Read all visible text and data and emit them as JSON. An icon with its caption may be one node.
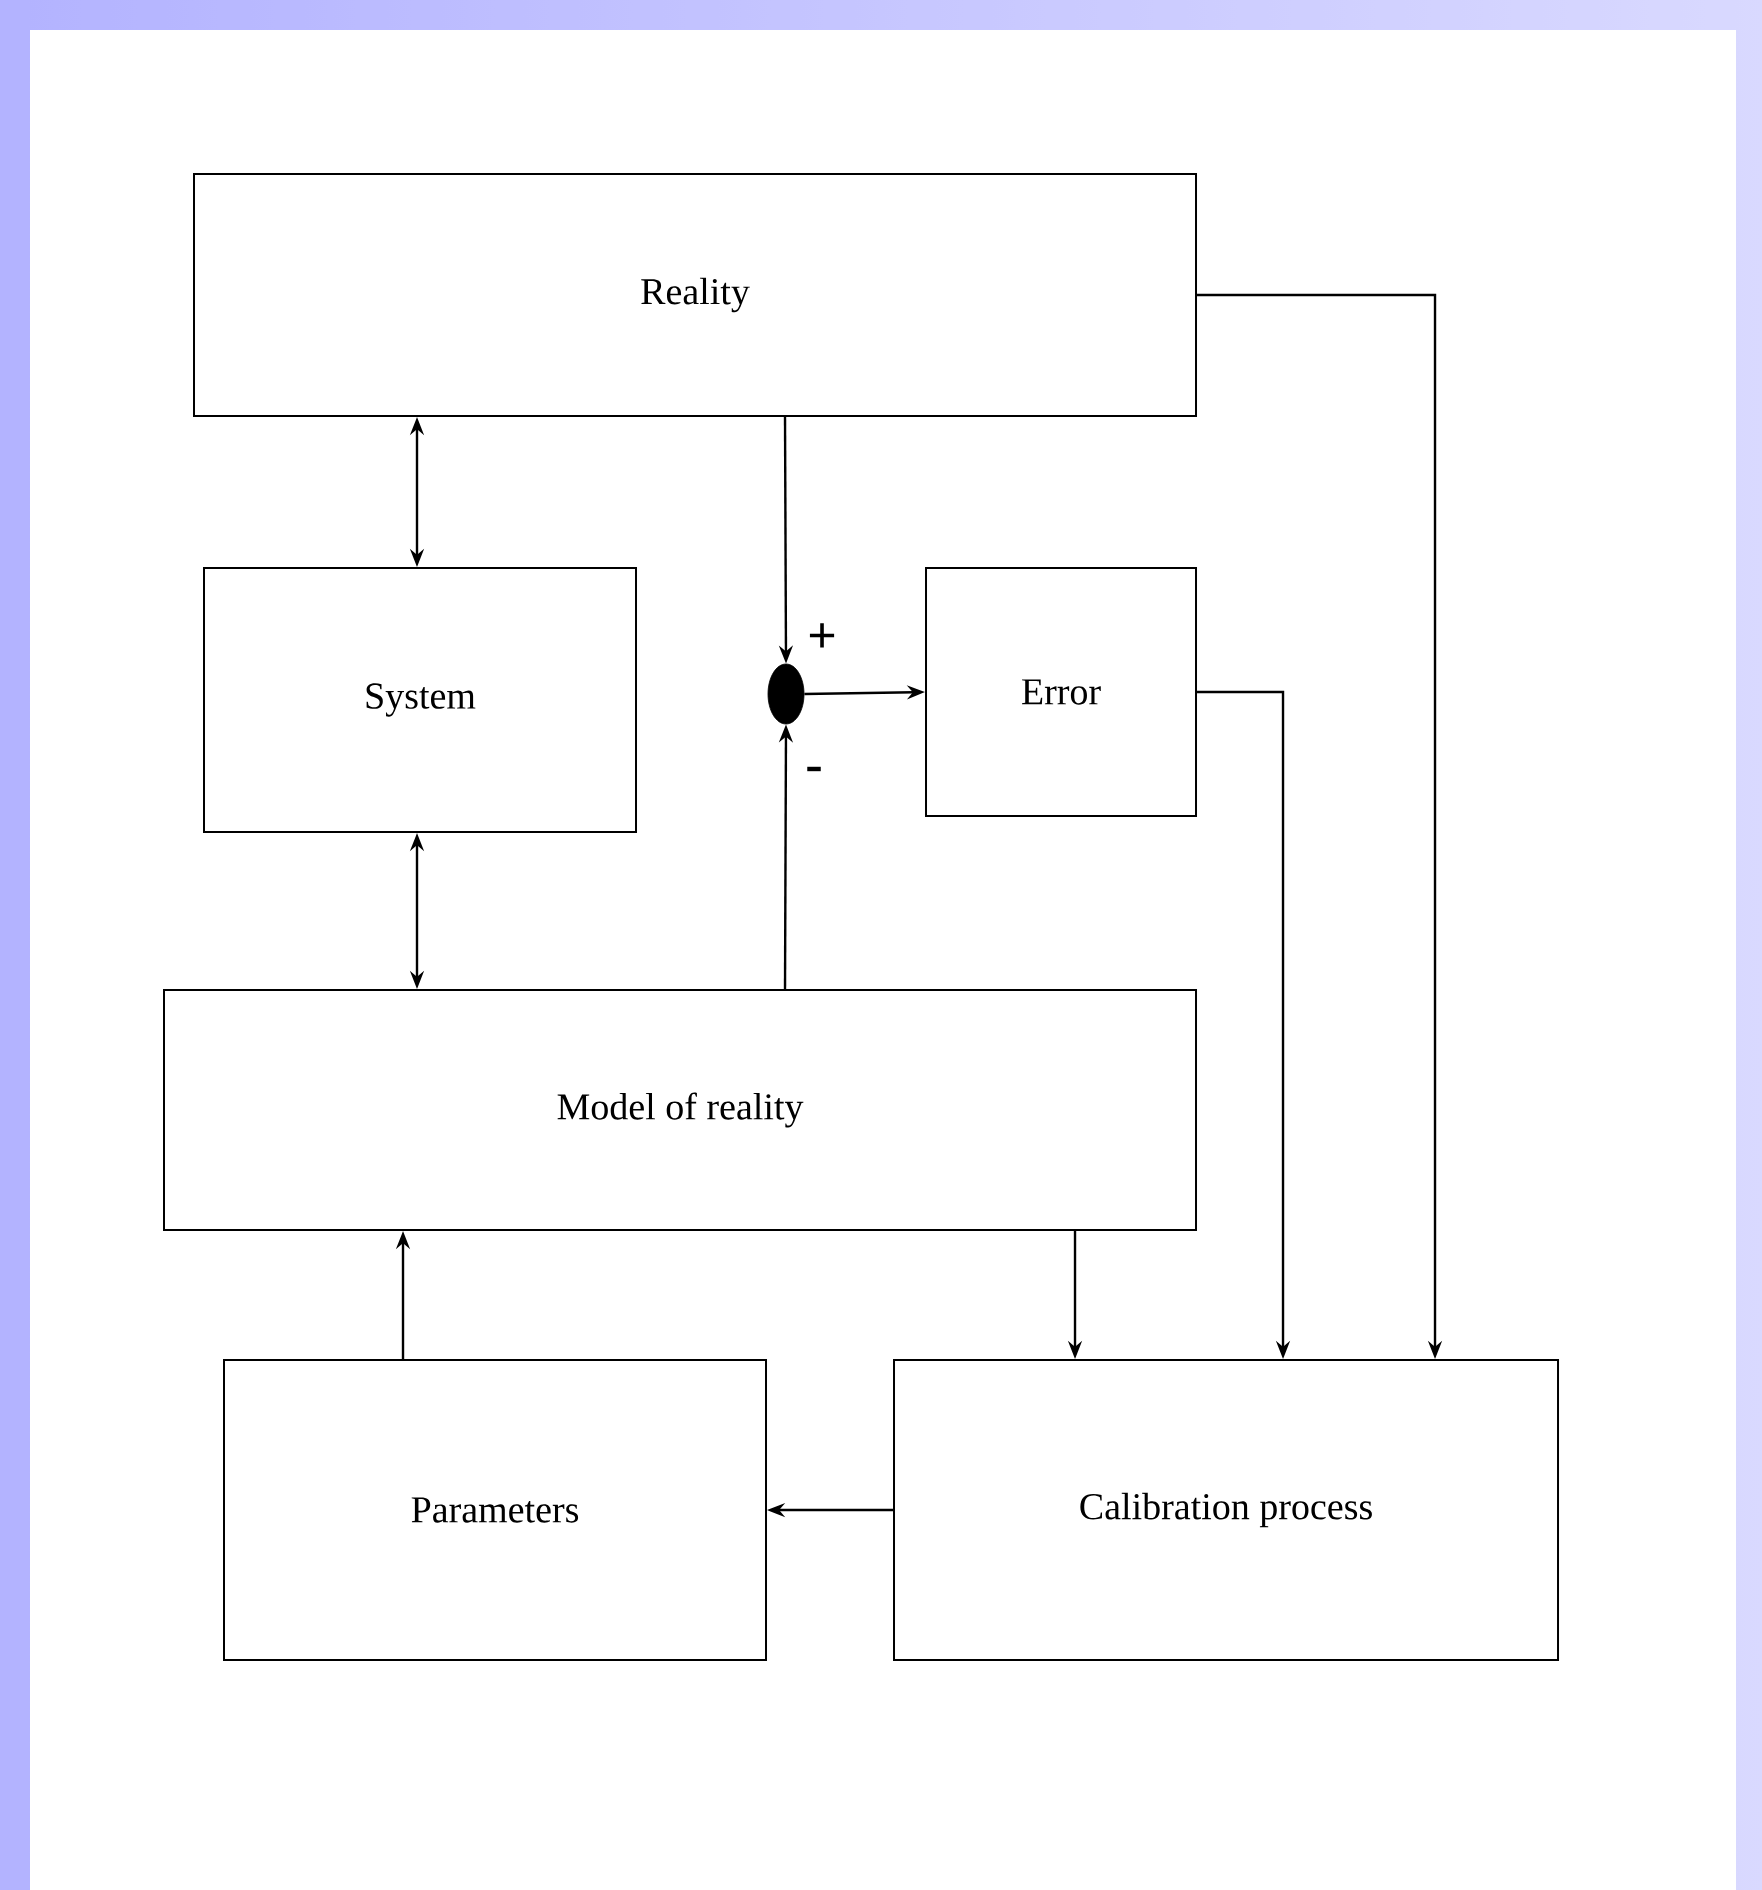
{
  "diagram": {
    "nodes": [
      {
        "text": [
          "Reality"
        ]
      },
      {
        "text": [
          "System"
        ]
      },
      {
        "text": [
          "Error"
        ]
      },
      {
        "text": [
          "Model of reality"
        ]
      },
      {
        "text": [
          "Parameters"
        ]
      },
      {
        "text": [
          "Calibration process"
        ]
      },
      {
        "text": [],
        "shape": "circle",
        "beside": [
          "+",
          "-"
        ]
      }
    ],
    "edges": [
      {
        "from": 0,
        "to": 1,
        "arrow": "both"
      },
      {
        "from": 1,
        "to": 3,
        "arrow": "both"
      },
      {
        "from": 0,
        "to": 6,
        "arrow": "to"
      },
      {
        "from": 3,
        "to": 6,
        "arrow": "to"
      },
      {
        "from": 6,
        "to": 2,
        "arrow": "to"
      },
      {
        "from": 0,
        "to": 5,
        "arrow": "to"
      },
      {
        "from": 2,
        "to": 5,
        "arrow": "to"
      },
      {
        "from": 3,
        "to": 5,
        "arrow": "to"
      },
      {
        "from": 5,
        "to": 4,
        "arrow": "to"
      },
      {
        "from": 4,
        "to": 3,
        "arrow": "to"
      }
    ]
  }
}
